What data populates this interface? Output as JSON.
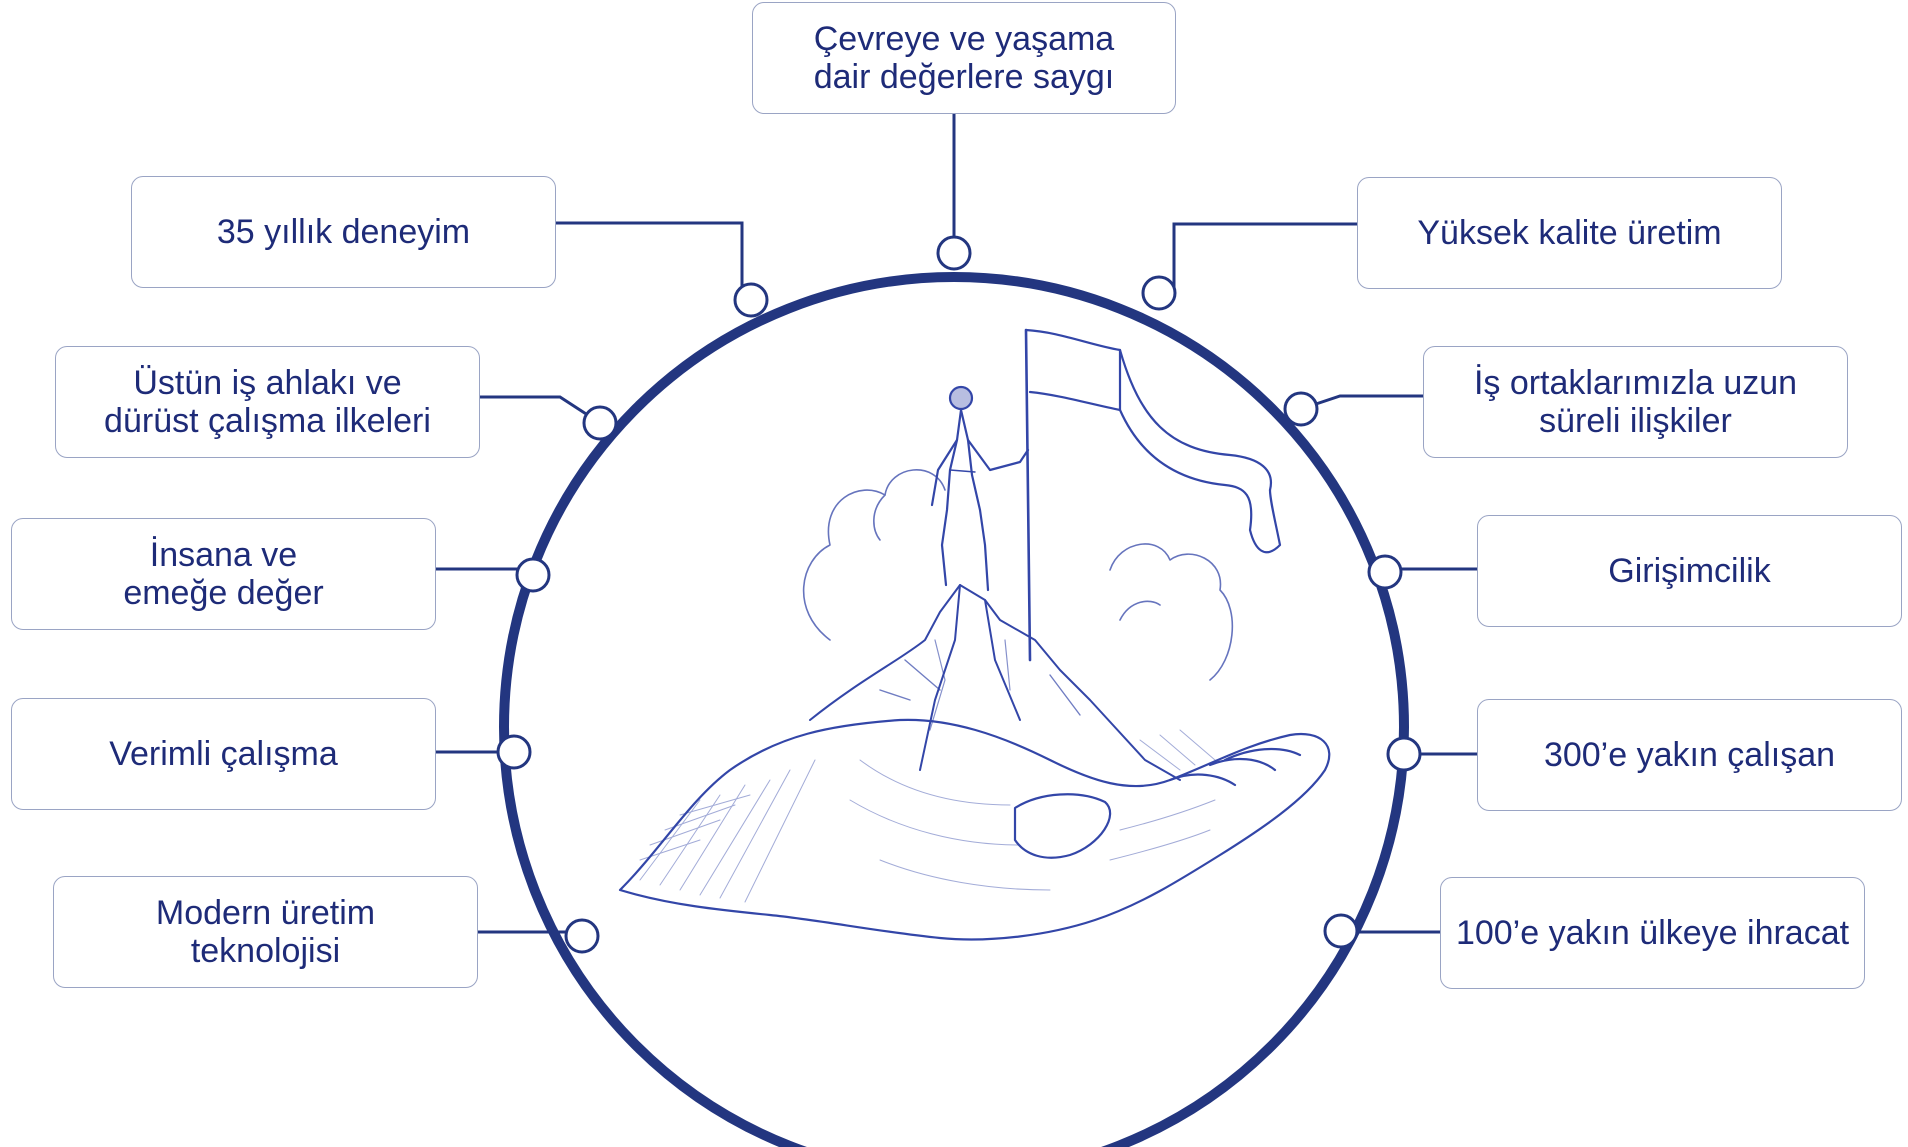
{
  "values": {
    "top": "Çevreye ve yaşama\ndair değerlere saygı",
    "left_1": "35 yıllık deneyim",
    "left_2": "Üstün iş ahlakı ve\ndürüst çalışma ilkeleri",
    "left_3": "İnsana ve\nemeğe  değer",
    "left_4": "Verimli çalışma",
    "left_5": "Modern üretim\nteknolojisi",
    "right_1": "Yüksek kalite üretim",
    "right_2": "İş ortaklarımızla uzun\nsüreli ilişkiler",
    "right_3": "Girişimcilik",
    "right_4": "300’e yakın çalışan",
    "right_5": "100’e yakın ülkeye ihracat"
  },
  "colors": {
    "ring": "#233680",
    "text": "#1e2b78",
    "box_border": "#9aa4c4",
    "sketch": "#3346a8"
  },
  "illustration": {
    "icons": [
      "open-hand-icon",
      "mountain-peak-icon",
      "person-with-flag-icon",
      "cloud-icon"
    ]
  }
}
